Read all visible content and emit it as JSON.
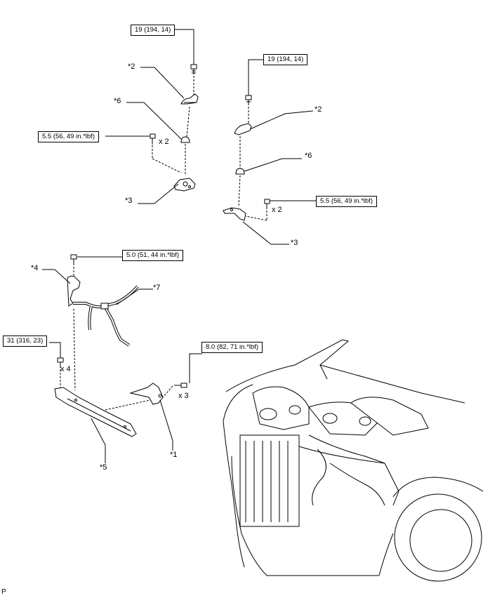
{
  "torque_specs": {
    "s1": "19 (194, 14)",
    "s2": "19 (194, 14)",
    "s3": "5.5 (56, 49 in.*lbf)",
    "s4": "5.5 (56, 49 in.*lbf)",
    "s5": "5.0 (51, 44 in.*lbf)",
    "s6": "31 (316, 23)",
    "s7": "8.0 (82, 71 in.*lbf)"
  },
  "quantities": {
    "q1": "x 2",
    "q2": "x 2",
    "q3": "x 4",
    "q4": "x 3"
  },
  "callouts": {
    "c2a": "*2",
    "c2b": "*2",
    "c6a": "*6",
    "c6b": "*6",
    "c3a": "*3",
    "c3b": "*3",
    "c4": "*4",
    "c7": "*7",
    "c5": "*5",
    "c1": "*1"
  },
  "page_marker": "P"
}
